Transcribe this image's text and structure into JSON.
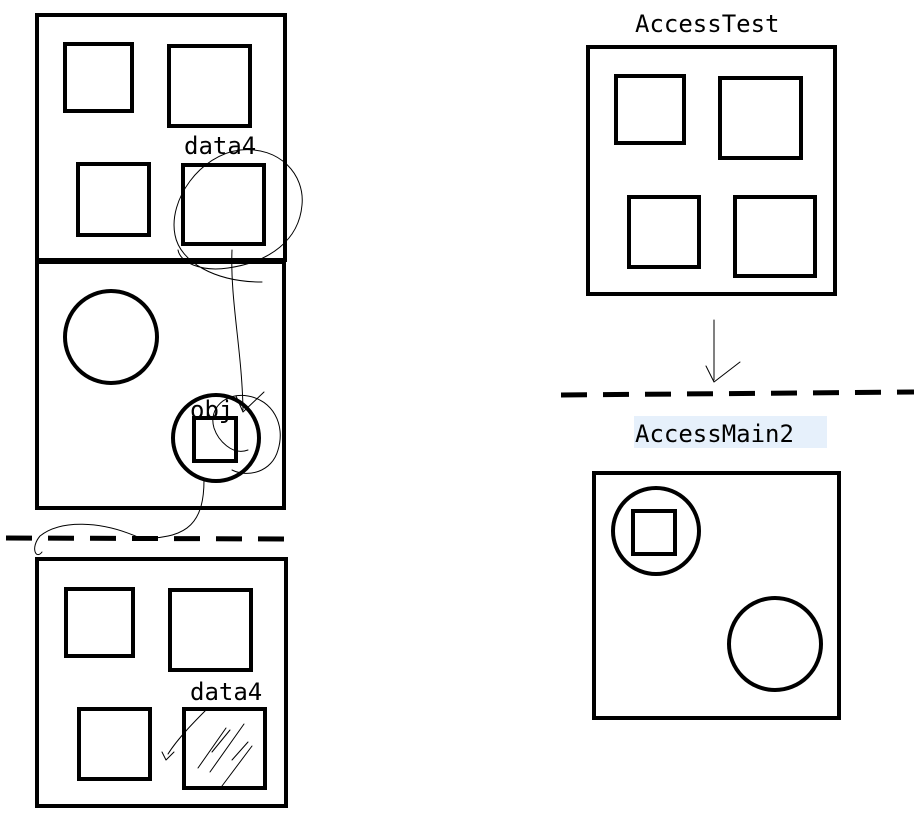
{
  "labels": {
    "left_top_data": "data4",
    "left_mid_obj": "obj",
    "left_bottom_data": "data4",
    "right_top_title": "AccessTest",
    "right_bottom_title": "AccessMain2"
  },
  "colors": {
    "stroke": "#000000",
    "background": "#ffffff",
    "text_highlight": "#e6f0fb"
  }
}
